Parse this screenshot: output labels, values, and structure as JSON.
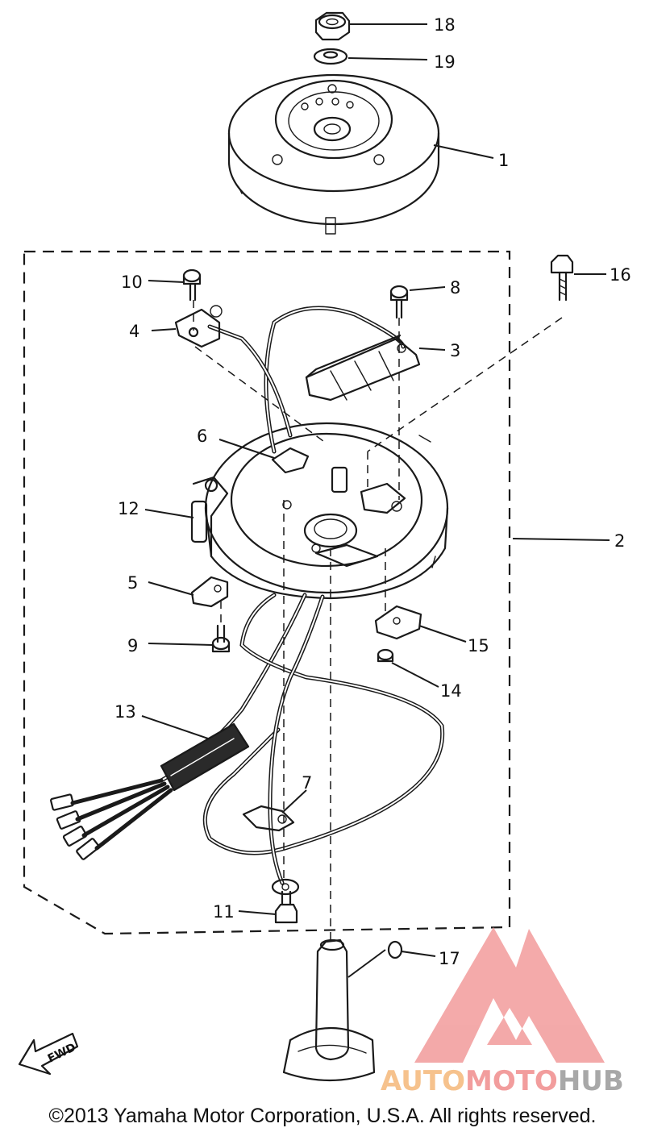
{
  "callouts": {
    "c1": "1",
    "c2": "2",
    "c3": "3",
    "c4": "4",
    "c5": "5",
    "c6": "6",
    "c7": "7",
    "c8": "8",
    "c9": "9",
    "c10": "10",
    "c11": "11",
    "c12": "12",
    "c13": "13",
    "c14": "14",
    "c15": "15",
    "c16": "16",
    "c17": "17",
    "c18": "18",
    "c19": "19"
  },
  "fwd_label": "FWD",
  "watermark": {
    "brand": "AUTOMOTOHUB",
    "color_auto": "#f5b87a",
    "color_moto": "#f08c8c",
    "color_hub": "#9a9a9a",
    "logo_color": "#f29b9b"
  },
  "copyright": "©2013 Yamaha Motor Corporation, U.S.A. All rights reserved."
}
